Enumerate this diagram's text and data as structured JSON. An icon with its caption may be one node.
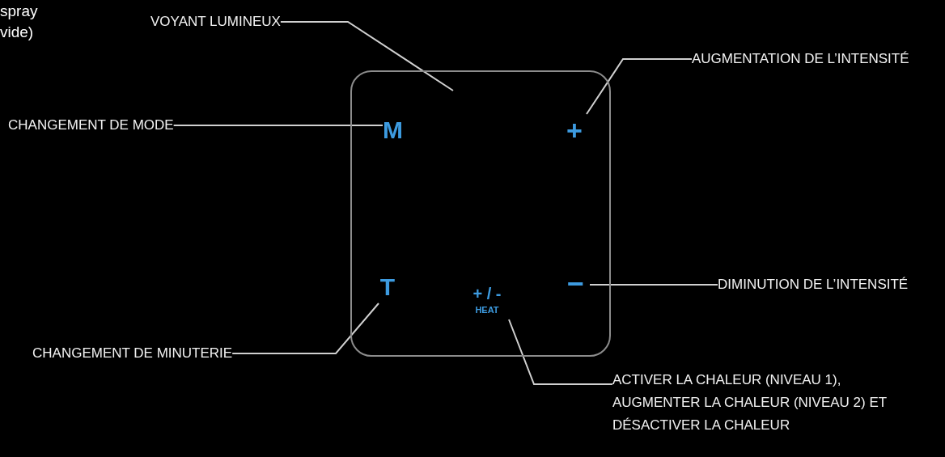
{
  "diagram": {
    "nodes": [
      {
        "text": [],
        "shape": "box"
      },
      {
        "text": [
          "M"
        ],
        "in": 0
      },
      {
        "text": [
          "+"
        ],
        "in": 0
      },
      {
        "text": [
          "T"
        ],
        "in": 0
      },
      {
        "text": [
          "+ / -",
          "HEAT"
        ],
        "in": 0
      },
      {
        "text": [
          "−"
        ],
        "in": 0
      },
      {
        "text": [
          "VOYANT LUMINEUX"
        ]
      },
      {
        "text": [
          "CHANGEMENT DE MODE"
        ]
      },
      {
        "text": [
          "AUGMENTATION DE L’INTENSITÉ"
        ]
      },
      {
        "text": [
          "DIMINUTION DE L’INTENSITÉ"
        ]
      },
      {
        "text": [
          "CHANGEMENT DE MINUTERIE"
        ]
      },
      {
        "text": [
          "ACTIVER LA CHALEUR (NIVEAU 1), AUGMENTER LA CHALEUR (NIVEAU 2) ET DÉSACTIVER LA CHALEUR"
        ]
      }
    ],
    "edges": [
      {
        "from": 6,
        "to": null,
        "arrow": "none"
      },
      {
        "from": 7,
        "to": 1,
        "arrow": "none"
      },
      {
        "from": 8,
        "to": 2,
        "arrow": "none"
      },
      {
        "from": 9,
        "to": 5,
        "arrow": "none"
      },
      {
        "from": 10,
        "to": 3,
        "arrow": "none"
      },
      {
        "from": 11,
        "to": 4,
        "arrow": "none"
      }
    ],
    "labels": [
      "spray",
      "vide)"
    ]
  }
}
